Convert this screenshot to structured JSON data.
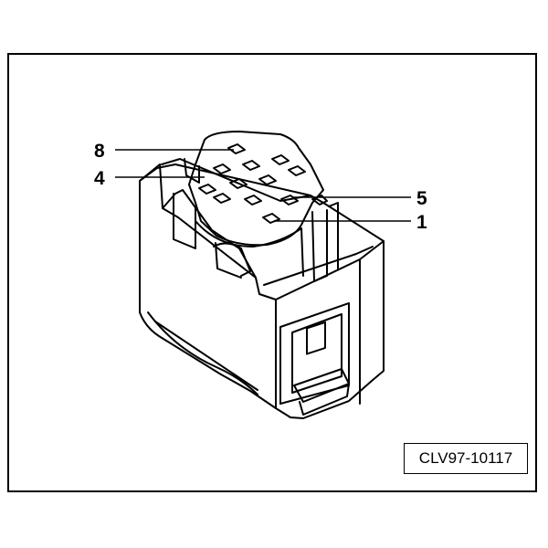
{
  "figure": {
    "reference_code": "CLV97-10117",
    "callouts": {
      "pin_8": "8",
      "pin_4": "4",
      "pin_5": "5",
      "pin_1": "1"
    }
  },
  "colors": {
    "line": "#000000",
    "background": "#ffffff"
  }
}
